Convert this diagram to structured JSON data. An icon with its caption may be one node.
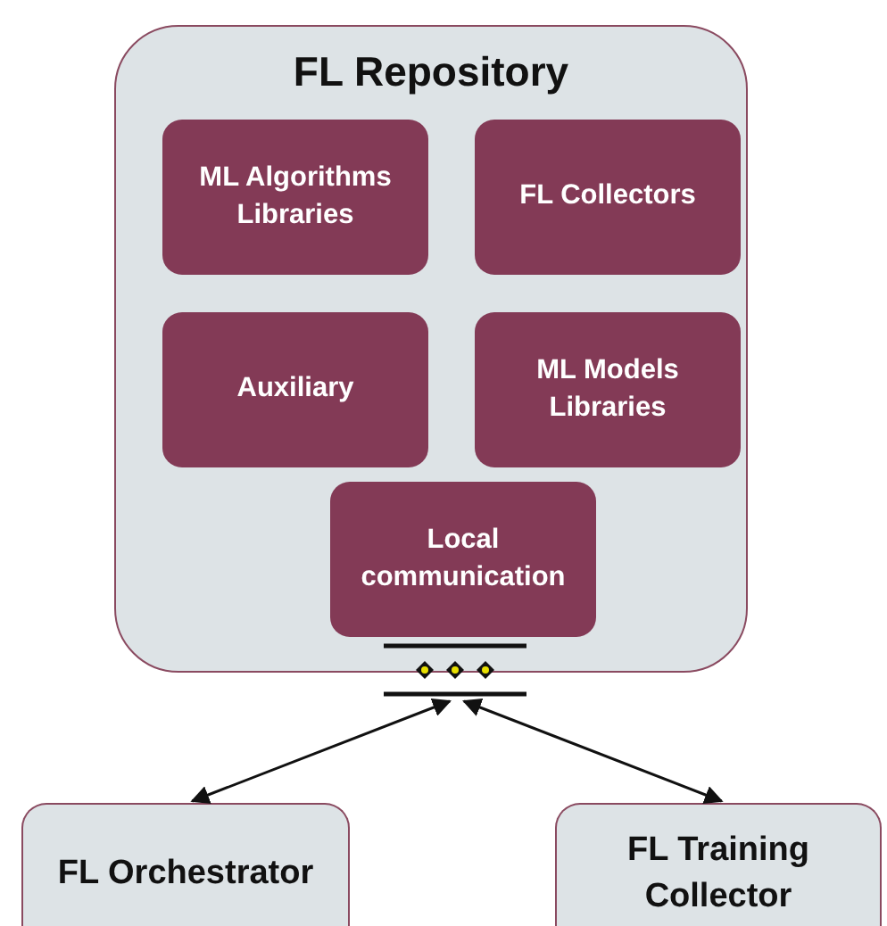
{
  "diagram": {
    "nodes": [
      {
        "text": [
          "FL Repository"
        ]
      },
      {
        "text": [
          "ML Algorithms Libraries"
        ],
        "in": 0
      },
      {
        "text": [
          "FL Collectors"
        ],
        "in": 0
      },
      {
        "text": [
          "Auxiliary"
        ],
        "in": 0
      },
      {
        "text": [
          "ML Models Libraries"
        ],
        "in": 0
      },
      {
        "text": [
          "Local communication"
        ],
        "in": 0
      },
      {
        "text": [],
        "shape": "bar"
      },
      {
        "text": [
          "FL Orchestrator"
        ]
      },
      {
        "text": [
          "FL Training Collector"
        ]
      }
    ],
    "edges": [
      {
        "from": 6,
        "to": 7,
        "arrow": "both"
      },
      {
        "from": 6,
        "to": 8,
        "arrow": "both"
      }
    ]
  }
}
